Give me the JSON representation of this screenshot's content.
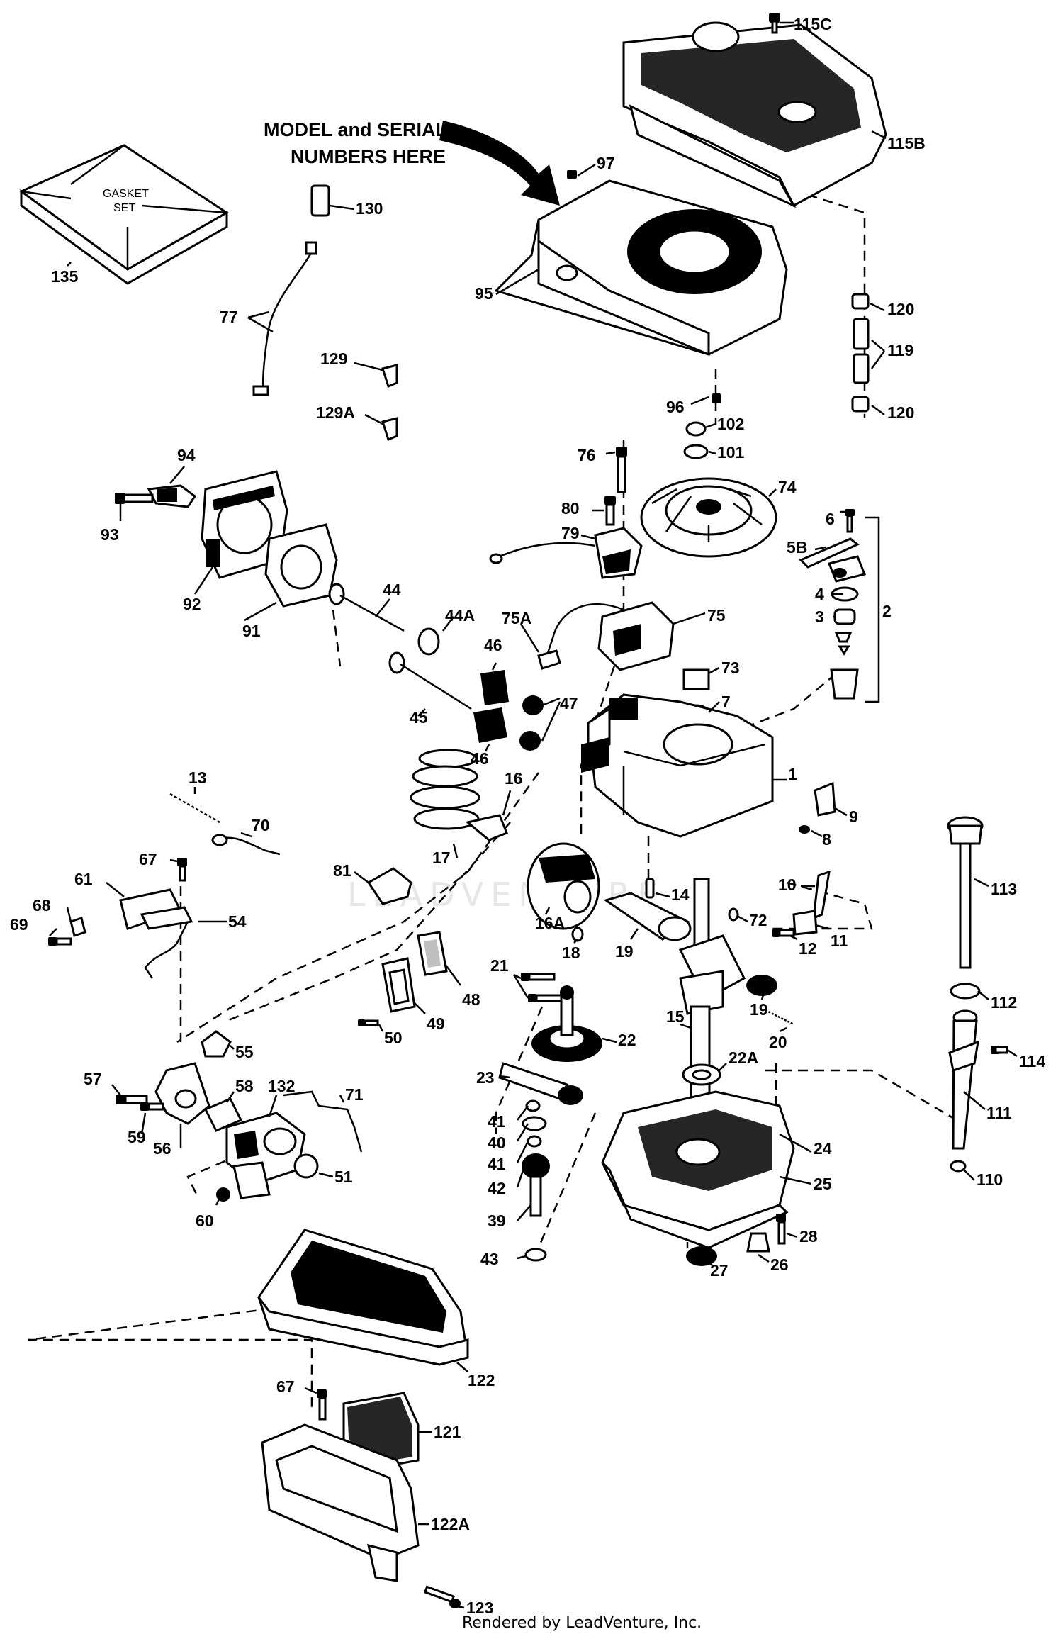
{
  "callout": {
    "line1": "MODEL and SERIAL",
    "line2": "NUMBERS HERE"
  },
  "gasket_set": {
    "line1": "GASKET",
    "line2": "SET"
  },
  "watermark": "LEADVENTURE",
  "footer": "Rendered by LeadVenture, Inc.",
  "part_labels": [
    "115C",
    "115B",
    "97",
    "135",
    "130",
    "95",
    "77",
    "120",
    "119",
    "129",
    "129A",
    "96",
    "120",
    "102",
    "101",
    "94",
    "76",
    "74",
    "93",
    "80",
    "6",
    "79",
    "5B",
    "92",
    "91",
    "44",
    "44A",
    "75A",
    "75",
    "4",
    "2",
    "3",
    "46",
    "73",
    "7",
    "47",
    "45",
    "46",
    "1",
    "13",
    "70",
    "16",
    "9",
    "8",
    "67",
    "17",
    "81",
    "113",
    "61",
    "10",
    "68",
    "54",
    "69",
    "16A",
    "14",
    "72",
    "18",
    "19",
    "11",
    "12",
    "21",
    "48",
    "49",
    "50",
    "22",
    "15",
    "19",
    "20",
    "112",
    "55",
    "22A",
    "114",
    "57",
    "58",
    "132",
    "23",
    "71",
    "41",
    "111",
    "59",
    "56",
    "40",
    "41",
    "24",
    "51",
    "25",
    "110",
    "42",
    "28",
    "60",
    "39",
    "27",
    "26",
    "43",
    "122",
    "67",
    "121",
    "122A",
    "123"
  ]
}
